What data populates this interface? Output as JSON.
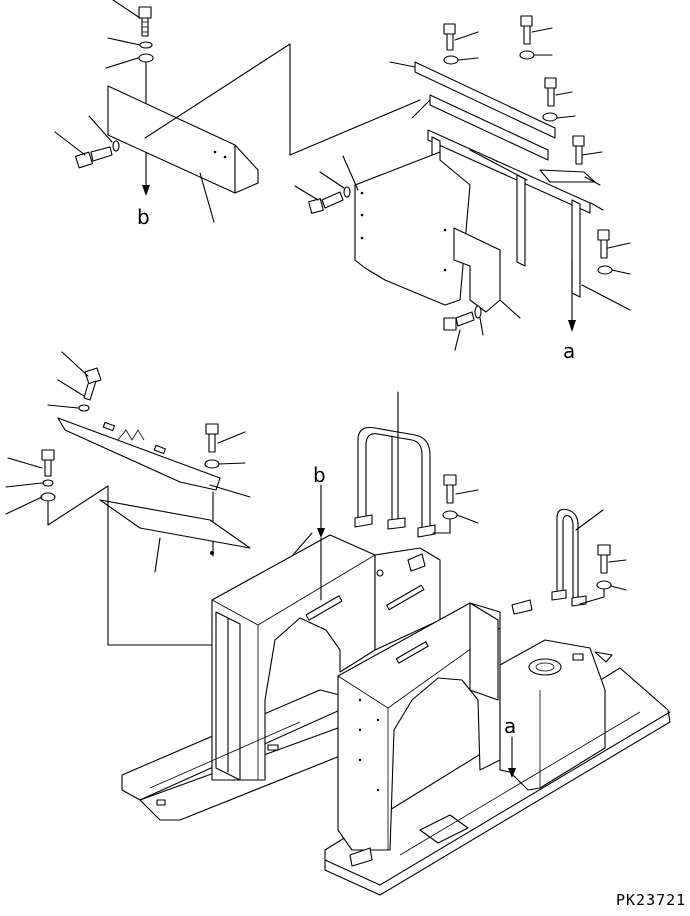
{
  "drawing": {
    "callouts": {
      "b": "b",
      "a": "a"
    },
    "code": "PK23721"
  }
}
